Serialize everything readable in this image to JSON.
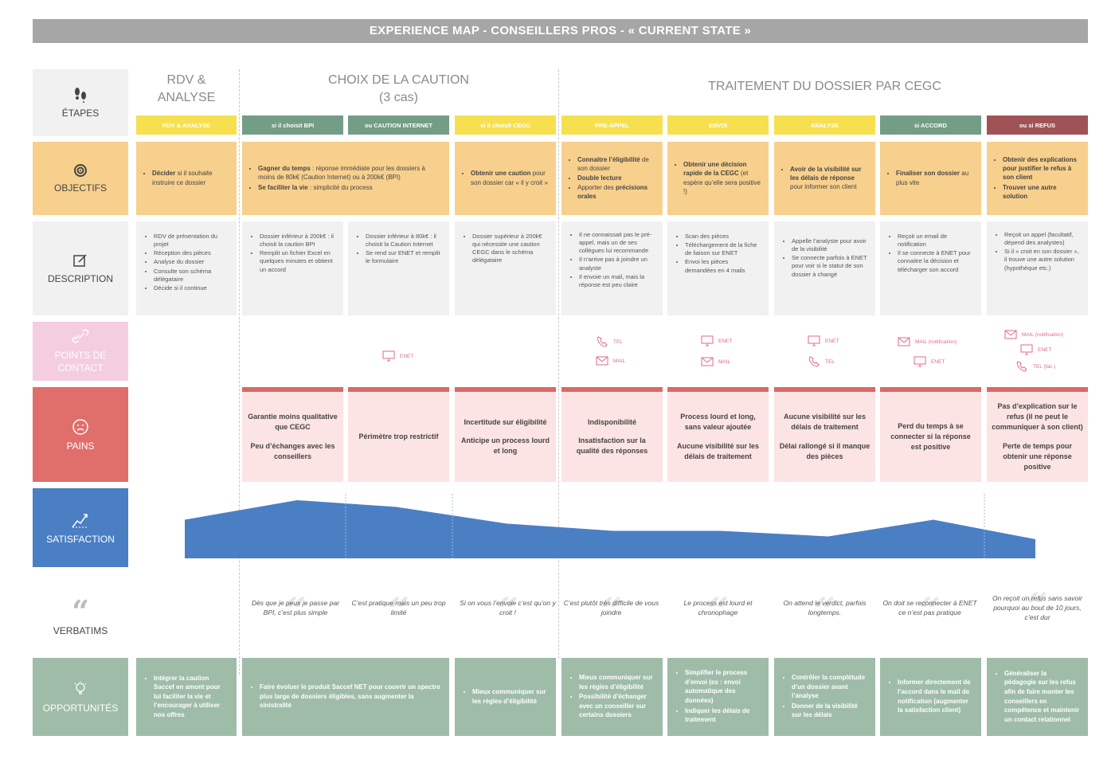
{
  "title": "EXPERIENCE MAP - CONSEILLERS PROS - « CURRENT STATE »",
  "colors": {
    "banner": "#a6a6a6",
    "yellow": "#f6e04f",
    "green": "#739d87",
    "red": "#a05356",
    "objectives": "#f8d08d",
    "description": "#f1f1f1",
    "contact": "#f4cde0",
    "pains": "#e06e6b",
    "satisfaction": "#4b7fc4",
    "opportunities": "#9fbca9"
  },
  "rows": {
    "etapes": "ÉTAPES",
    "objectifs": "OBJECTIFS",
    "description": "DESCRIPTION",
    "points_contact": "POINTS DE CONTACT",
    "pains": "PAINS",
    "satisfaction": "SATISFACTION",
    "verbatims": "VERBATIMS",
    "opportunites": "OPPORTUNITÉS"
  },
  "stages": [
    {
      "line1": "RDV &",
      "line2": "ANALYSE"
    },
    {
      "line1": "CHOIX DE LA CAUTION",
      "line2": "(3 cas)"
    },
    {
      "line1": "TRAITEMENT DU DOSSIER PAR CEGC",
      "line2": ""
    }
  ],
  "steps": [
    {
      "label": "RDV & ANALYSE",
      "color": "#f6e04f"
    },
    {
      "label": "si il choisit BPI",
      "color": "#739d87"
    },
    {
      "label": "ou CAUTION INTERNET",
      "color": "#739d87"
    },
    {
      "label": "si il choisit CEGC",
      "color": "#f6e04f"
    },
    {
      "label": "PRE-APPEL",
      "color": "#f6e04f"
    },
    {
      "label": "ENVOI",
      "color": "#f6e04f"
    },
    {
      "label": "ANALYSE",
      "color": "#f6e04f"
    },
    {
      "label": "si ACCORD",
      "color": "#739d87"
    },
    {
      "label": "ou si REFUS",
      "color": "#a05356"
    }
  ],
  "objectives": [
    {
      "items": [
        {
          "b": "Décider",
          "t": " si il souhaite instruire ce dossier"
        }
      ]
    },
    {
      "items": [
        {
          "b": "Gagner du temps",
          "t": " : réponse immédiate pour les dossiers à moins de 80k€ (Caution Internet) ou à 200k€ (BPI)"
        },
        {
          "b": "Se faciliter la vie",
          "t": " : simplicité du process"
        }
      ]
    },
    {
      "items": [
        {
          "b": "Obtenir une caution",
          "t": " pour son dossier car « il y croit »"
        }
      ]
    },
    {
      "items": [
        {
          "b": "Connaitre l’éligibilité",
          "t": " de son dossier"
        },
        {
          "b": "Double lecture",
          "t": ""
        },
        {
          "b": "",
          "t": "Apporter des "
        },
        {
          "b": "précisions orales",
          "t": ""
        }
      ]
    },
    {
      "items": [
        {
          "b": "Obtenir une décision rapide de la CEGC",
          "t": " (et espère qu’elle sera positive !)"
        }
      ]
    },
    {
      "items": [
        {
          "b": "Avoir de la visibilité sur les délais de réponse",
          "t": " pour informer son client"
        }
      ]
    },
    {
      "items": [
        {
          "b": "Finaliser son dossier",
          "t": " au plus vite"
        }
      ]
    },
    {
      "items": [
        {
          "b": "Obtenir des explications pour justifier le refus à son client",
          "t": ""
        },
        {
          "b": "Trouver une autre solution",
          "t": ""
        }
      ]
    }
  ],
  "descriptions": [
    [
      "RDV de présentation du projet",
      "Réception des pièces",
      "Analyse du dossier",
      "Consulte son schéma délégataire",
      "Décide si il continue"
    ],
    [
      "Dossier inférieur à 200k€ : il choisit la caution BPI",
      "Remplit un fichier Excel en quelques minutes et obtient un accord"
    ],
    [
      "Dossier inférieur à 80k€ : il choisit la Caution Internet",
      "Se rend sur ENET et remplit le formulaire"
    ],
    [
      "Dossier supérieur à 200k€ qui nécessite une caution CEGC dans le schéma délégataire"
    ],
    [
      "Il ne connaissait pas le pré-appel, mais un de ses collègues lui recommande",
      "Il n’arrive pas à joindre un analyste",
      "Il envoie un mail, mais la réponse est peu claire"
    ],
    [
      "Scan des pièces",
      "Téléchargement de la fiche de liaison sur ENET",
      "Envoi les pièces demandées en 4 mails"
    ],
    [
      "Appelle l’analyste pour avoir de la visibilité",
      "Se connecte parfois à ENET pour voir si le statut de son dossier à changé"
    ],
    [
      "Reçoit un email de notification",
      "Il se connecte à ENET pour connaitre la décision et télécharger son accord"
    ],
    [
      "Reçoit un appel (facultatif, dépend des analystes)",
      "Si il « croit en son dossier », il trouve une autre solution (hypothèque etc.)"
    ]
  ],
  "contacts": {
    "caution_internet": [
      "ENET"
    ],
    "preappel": [
      "TEL",
      "MAIL"
    ],
    "envoi": [
      "ENET",
      "MAIL"
    ],
    "analyse": [
      "ENET",
      "TEL"
    ],
    "accord": [
      "MAIL (notification)",
      "ENET"
    ],
    "refus": [
      "MAIL (notification)",
      "ENET",
      "TEL (fac.)"
    ]
  },
  "pains": [
    [
      "Garantie moins qualitative que CEGC",
      "Peu d’échanges avec les conseillers"
    ],
    [
      "Périmètre trop restrictif"
    ],
    [
      "Incertitude sur éligibilité",
      "Anticipe un process lourd et long"
    ],
    [
      "Indisponibilité",
      "Insatisfaction sur la qualité des réponses"
    ],
    [
      "Process lourd et long, sans valeur ajoutée",
      "Aucune visibilité sur les délais de traitement"
    ],
    [
      "Aucune visibilité sur les délais de traitement",
      "Délai rallongé si il manque des pièces"
    ],
    [
      "Perd du temps à se connecter si la réponse est positive"
    ],
    [
      "Pas d’explication sur le refus (il ne peut le communiquer à son client)",
      "Perte de temps pour obtenir une réponse positive"
    ]
  ],
  "satisfaction_curve": [
    0.55,
    0.9,
    0.78,
    0.48,
    0.35,
    0.35,
    0.25,
    0.55,
    0.2
  ],
  "verbatims": [
    "Dès que je peux je passe par BPI, c’est plus simple",
    "C’est pratique mais un peu trop limité",
    "Si on vous l’envoie c’est qu’on y croit !",
    "C’est plutôt très difficile de vous joindre",
    "Le process est lourd et chronophage",
    "On attend le verdict, parfois longtemps.",
    "On doit se reconnecter à ENET ce n’est pas pratique",
    "On reçoit un refus sans savoir pourquoi au bout de 10 jours, c’est dur"
  ],
  "opportunities": [
    [
      "Intégrer la caution Saccef en amont pour lui faciliter la vie et l’encourager à utiliser nos offres"
    ],
    [
      "Faire évoluer le produit Saccef NET pour couvrir un spectre plus large de dossiers éligibles, sans augmenter la sinistralité"
    ],
    [
      "Mieux communiquer sur les règles d’éligibilité"
    ],
    [
      "Mieux communiquer sur les règles d’éligibilité",
      "Possibilité d’échanger avec un conseiller sur certains dossiers"
    ],
    [
      "Simplifier le process d’envoi (ex : envoi automatique des données)",
      "Indiquer les délais de traitement"
    ],
    [
      "Contrôler la complétude d’un dossier avant l’analyse",
      "Donner de la visibilité sur les délais"
    ],
    [
      "Informer directement de l’accord dans le mail de notification (augmenter la satisfaction client)"
    ],
    [
      "Généraliser la pédagogie sur les refus afin de faire monter les conseillers en compétence et maintenir un contact relationnel"
    ]
  ]
}
